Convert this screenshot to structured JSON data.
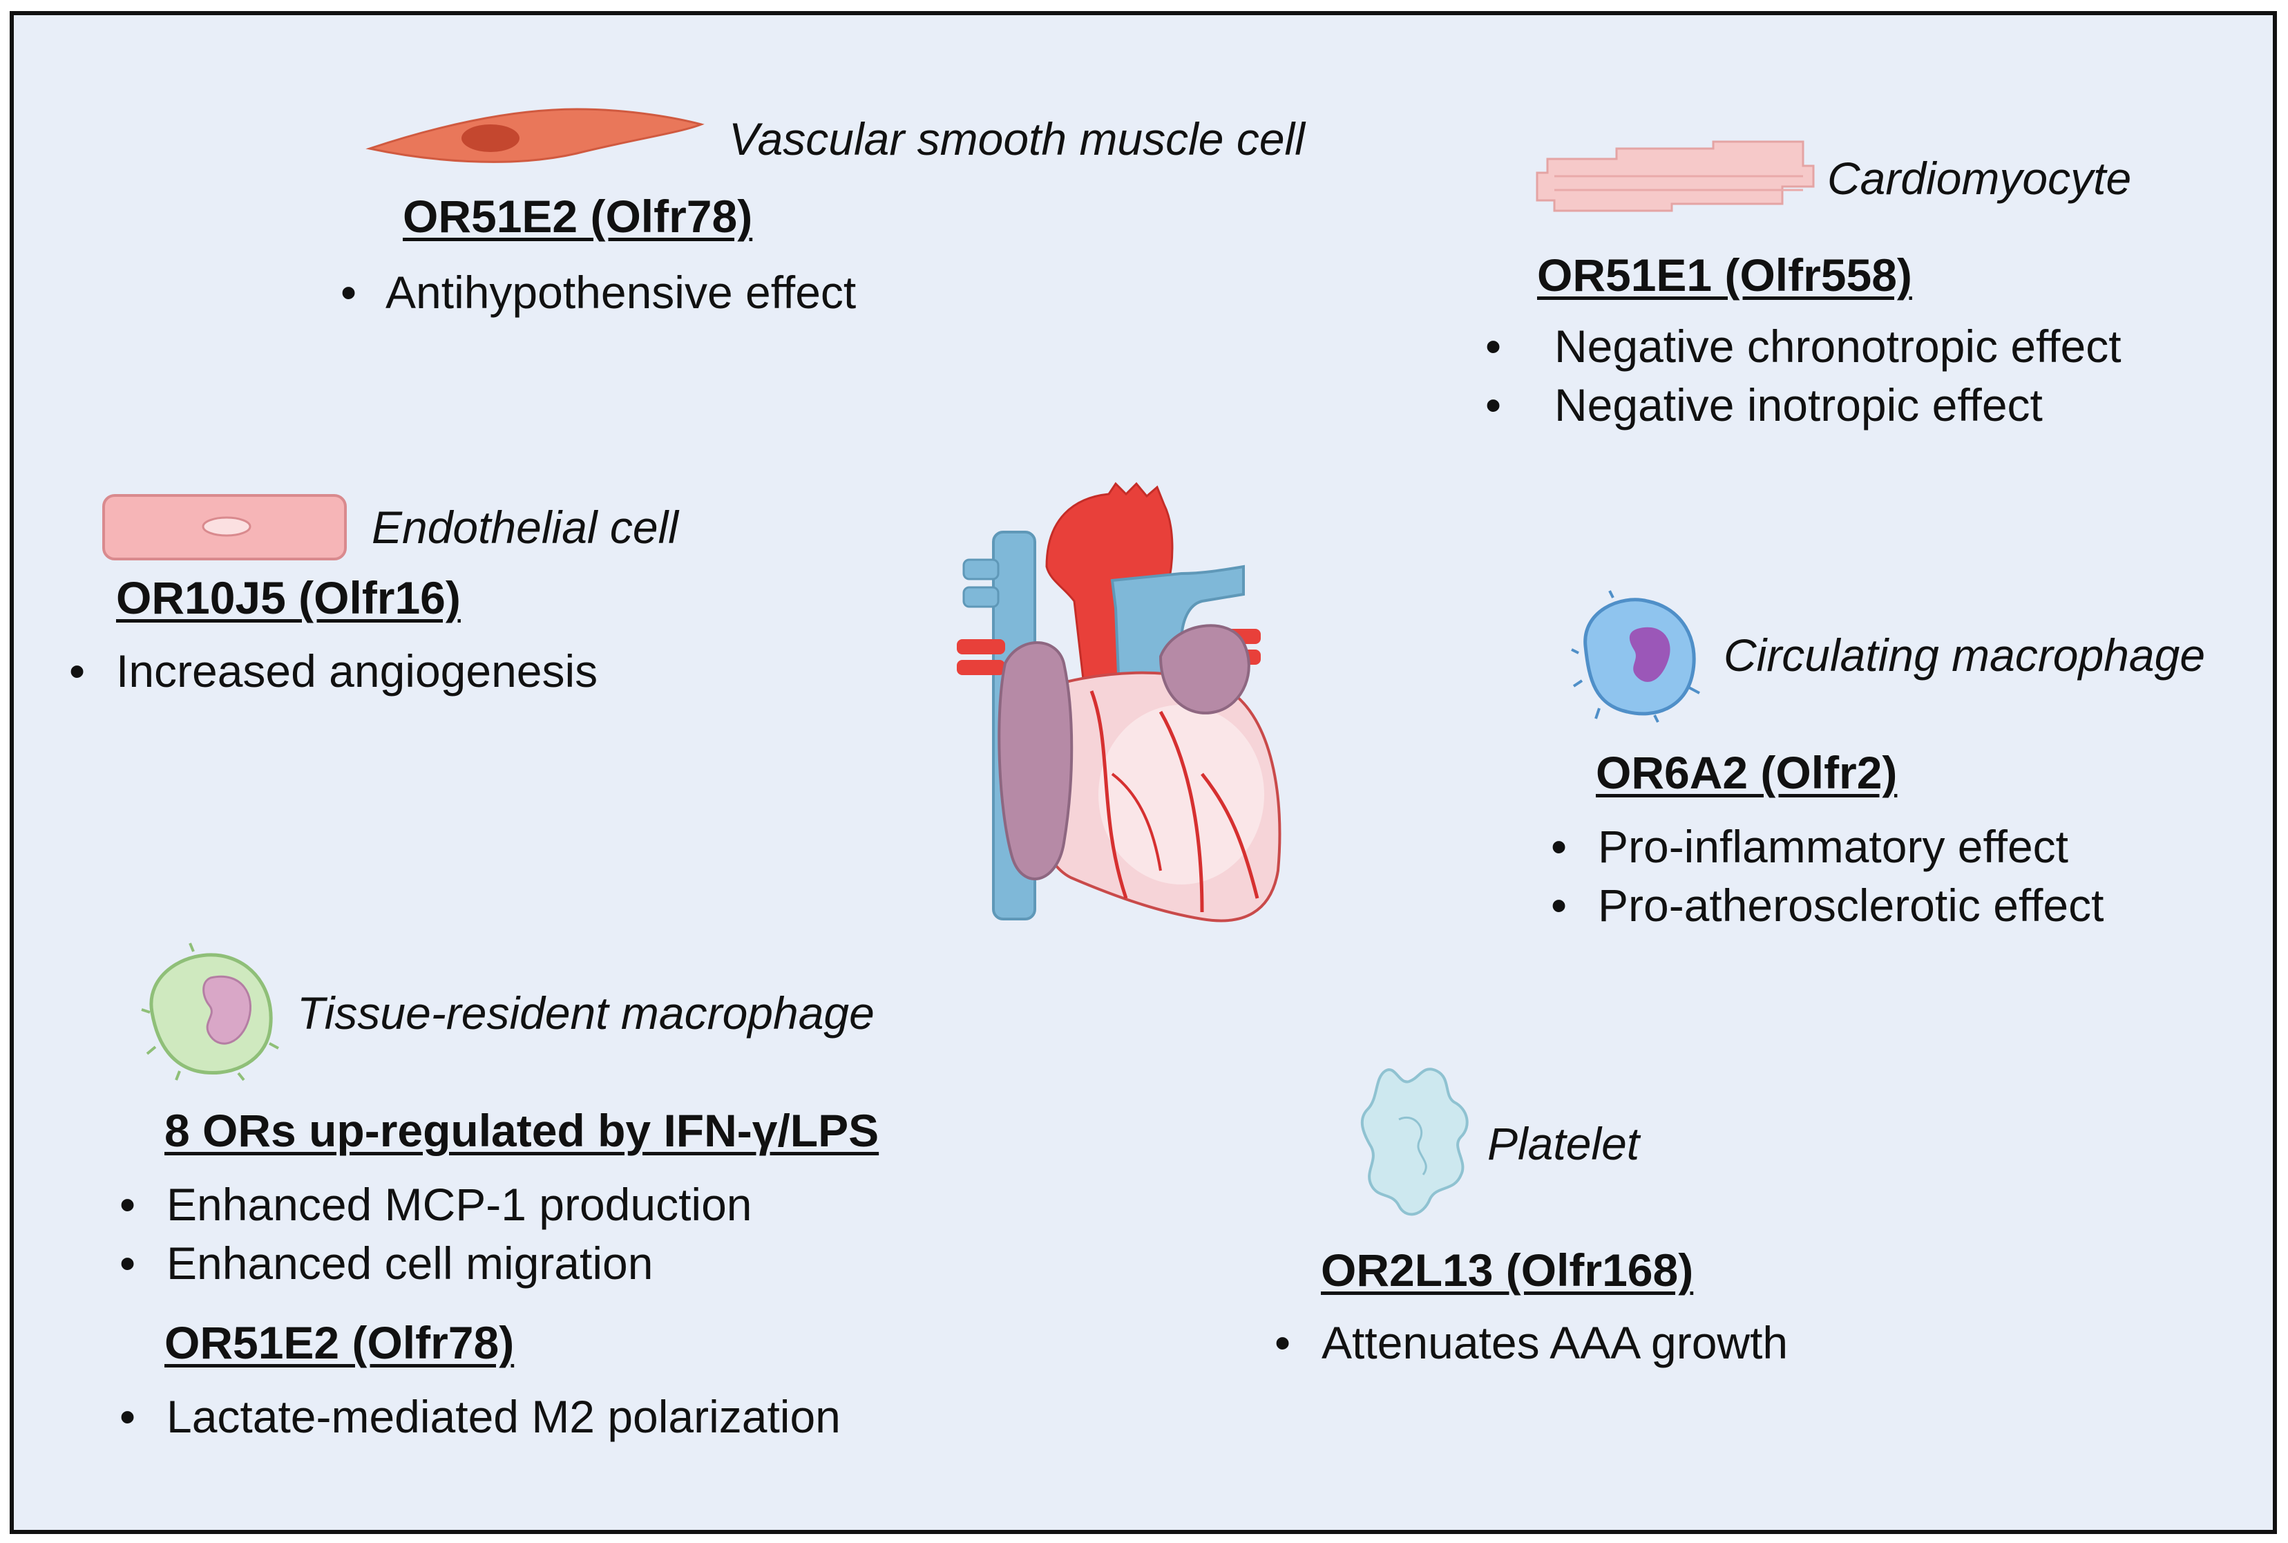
{
  "colors": {
    "background": "#e8eef8",
    "border": "#111111",
    "smooth_muscle": "#e9775a",
    "cardiomyocyte": "#f6c9c9",
    "endothelial": "#f6b5b7",
    "circulating_macrophage": "#8fc4ee",
    "tissue_macrophage": "#cfe9bf",
    "platelet": "#cde8ef",
    "heart_red": "#e8403a",
    "heart_vein": "#7fb8d8",
    "heart_atrium": "#b68aa6",
    "heart_ventricle": "#f6d4d8"
  },
  "vsmc": {
    "label": "Vascular smooth muscle cell",
    "gene": "OR51E2 (Olfr78)",
    "effects": [
      "Antihypothensive effect"
    ],
    "icon": "smooth-muscle-cell-icon"
  },
  "cardiomyocyte": {
    "label": "Cardiomyocyte",
    "gene": "OR51E1 (Olfr558)",
    "effects": [
      "Negative chronotropic effect",
      "Negative inotropic effect"
    ],
    "icon": "cardiomyocyte-icon"
  },
  "endothelial": {
    "label": "Endothelial cell",
    "gene": "OR10J5 (Olfr16)",
    "effects": [
      "Increased angiogenesis"
    ],
    "icon": "endothelial-cell-icon"
  },
  "circulating_macrophage": {
    "label": "Circulating macrophage",
    "gene": "OR6A2 (Olfr2)",
    "effects": [
      "Pro-inflammatory effect",
      "Pro-atherosclerotic effect"
    ],
    "icon": "circulating-macrophage-icon"
  },
  "tissue_macrophage": {
    "label": "Tissue-resident macrophage",
    "gene": "8 ORs up-regulated by IFN-γ/LPS",
    "effects": [
      "Enhanced MCP-1 production",
      "Enhanced cell migration"
    ],
    "gene2": "OR51E2 (Olfr78)",
    "effects2": [
      "Lactate-mediated M2 polarization"
    ],
    "icon": "tissue-macrophage-icon"
  },
  "platelet": {
    "label": "Platelet",
    "gene": "OR2L13 (Olfr168)",
    "effects": [
      "Attenuates AAA growth"
    ],
    "icon": "platelet-icon"
  },
  "heart": {
    "icon": "heart-icon"
  },
  "bullet_char": "•"
}
